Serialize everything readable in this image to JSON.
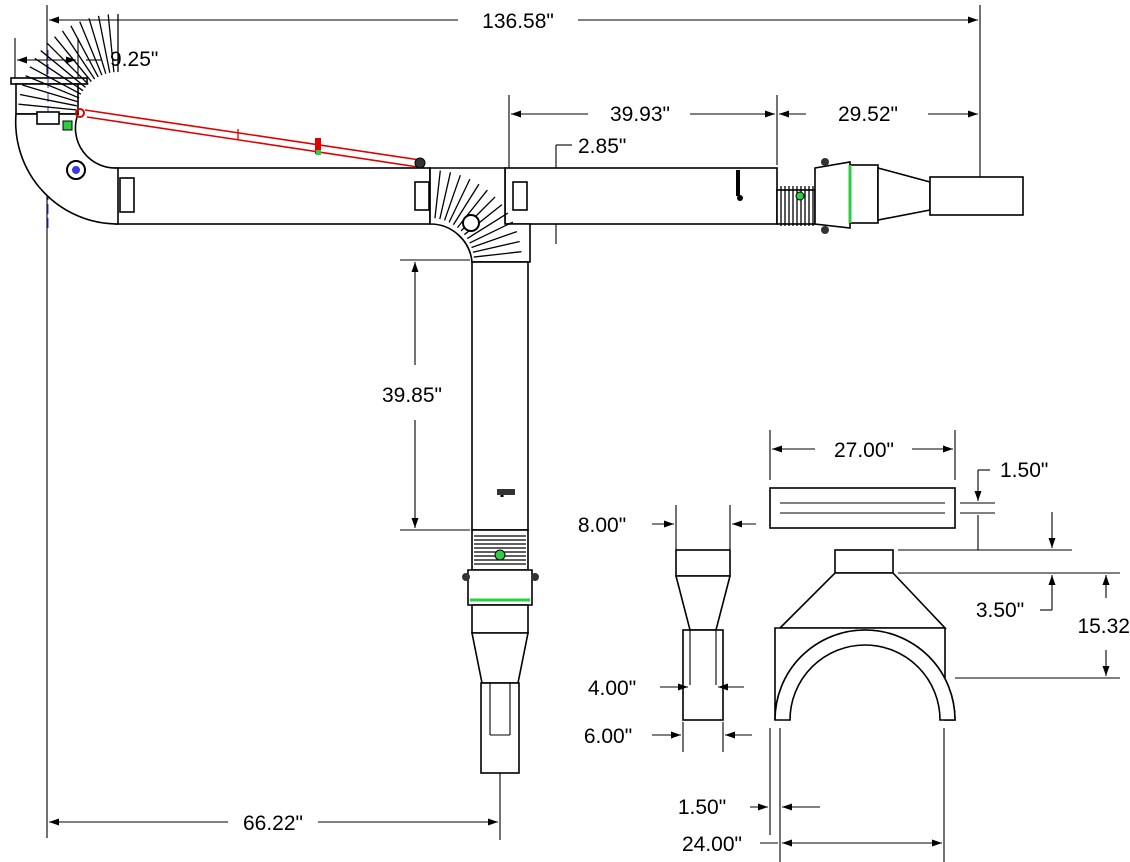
{
  "drawing": {
    "dimensions": {
      "total_length": "136.58\"",
      "hood_offset": "9.25\"",
      "segment_a": "39.93\"",
      "segment_b": "29.52\"",
      "tube_gap": "2.85\"",
      "drop_length": "39.85\"",
      "base_offset": "66.22\"",
      "hood_width": "27.00\"",
      "hood_flange": "1.50\"",
      "nozzle_top": "8.00\"",
      "hood_neck": "3.50\"",
      "hood_height": "15.32",
      "nozzle_throat": "4.00\"",
      "nozzle_outlet": "6.00\"",
      "arch_wall": "1.50\"",
      "arch_width": "24.00\""
    },
    "colors": {
      "line": "#000000",
      "support_arm": "#e00000",
      "clamp": "#2ecc40",
      "centerline": "#3a3adf"
    }
  }
}
